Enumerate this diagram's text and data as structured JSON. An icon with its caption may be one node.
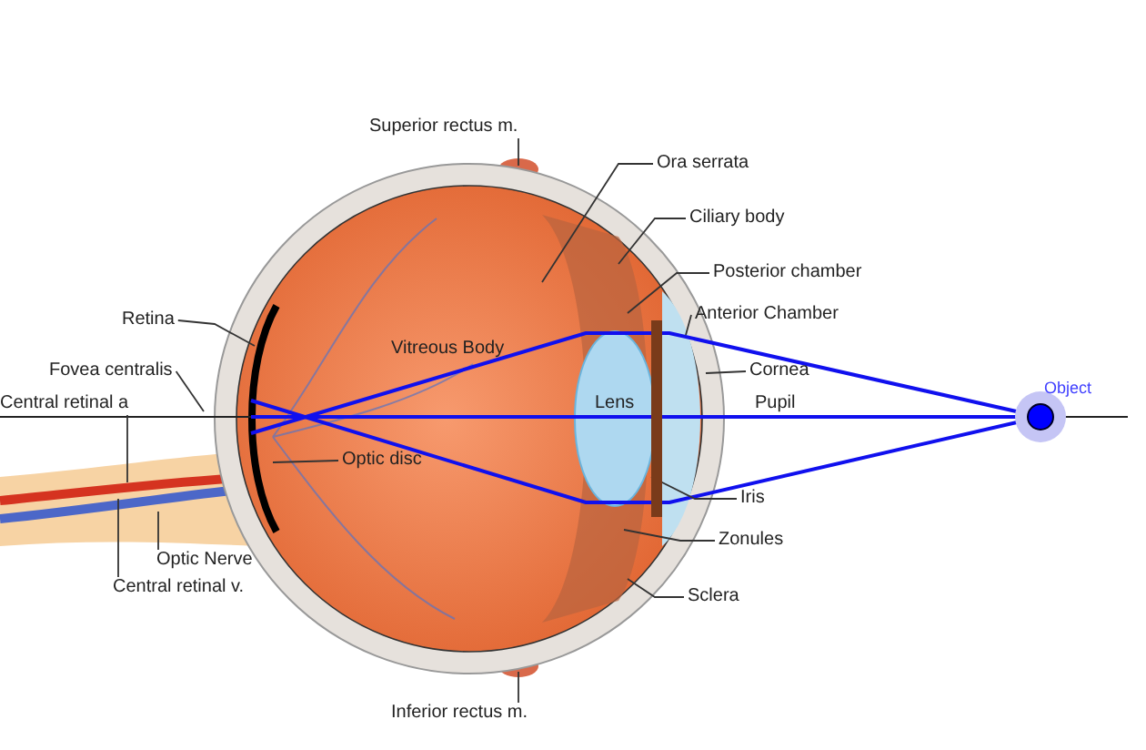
{
  "diagram": {
    "nodes": [
      {
        "text": [
          "Superior rectus m."
        ]
      },
      {
        "text": [
          "Ora serrata"
        ]
      },
      {
        "text": [
          "Ciliary body"
        ]
      },
      {
        "text": [
          "Posterior chamber"
        ]
      },
      {
        "text": [
          "Anterior Chamber"
        ]
      },
      {
        "text": [
          "Retina"
        ]
      },
      {
        "text": [
          "Fovea centralis"
        ]
      },
      {
        "text": [
          "Central retinal a"
        ]
      },
      {
        "text": [
          "Cornea"
        ]
      },
      {
        "text": [
          "Optic disc"
        ]
      },
      {
        "text": [
          "Iris"
        ]
      },
      {
        "text": [
          "Zonules"
        ]
      },
      {
        "text": [
          "Optic Nerve"
        ]
      },
      {
        "text": [
          "Central retinal v."
        ]
      },
      {
        "text": [
          "Sclera"
        ]
      },
      {
        "text": [
          "Inferior rectus m."
        ]
      },
      {
        "text": [],
        "shape": "bar"
      }
    ],
    "edges": [
      {
        "from": 0,
        "to": null,
        "arrow": "none"
      },
      {
        "from": 1,
        "to": null,
        "arrow": "none"
      },
      {
        "from": 2,
        "to": null,
        "arrow": "none"
      },
      {
        "from": 3,
        "to": null,
        "arrow": "none"
      },
      {
        "from": 4,
        "to": null,
        "arrow": "none"
      },
      {
        "from": 5,
        "to": null,
        "arrow": "none"
      },
      {
        "from": 6,
        "to": null,
        "arrow": "none"
      },
      {
        "from": 7,
        "to": null,
        "arrow": "none"
      },
      {
        "from": 8,
        "to": null,
        "arrow": "none"
      },
      {
        "from": 9,
        "to": null,
        "arrow": "none"
      },
      {
        "from": 10,
        "to": 16,
        "arrow": "none"
      },
      {
        "from": 11,
        "to": null,
        "arrow": "none"
      },
      {
        "from": 12,
        "to": null,
        "arrow": "none"
      },
      {
        "from": 13,
        "to": null,
        "arrow": "none"
      },
      {
        "from": 14,
        "to": null,
        "arrow": "none"
      },
      {
        "from": 15,
        "to": null,
        "arrow": "none"
      }
    ],
    "labels": [
      "Object",
      "Vitreous Body",
      "Lens",
      "Pupil"
    ]
  }
}
